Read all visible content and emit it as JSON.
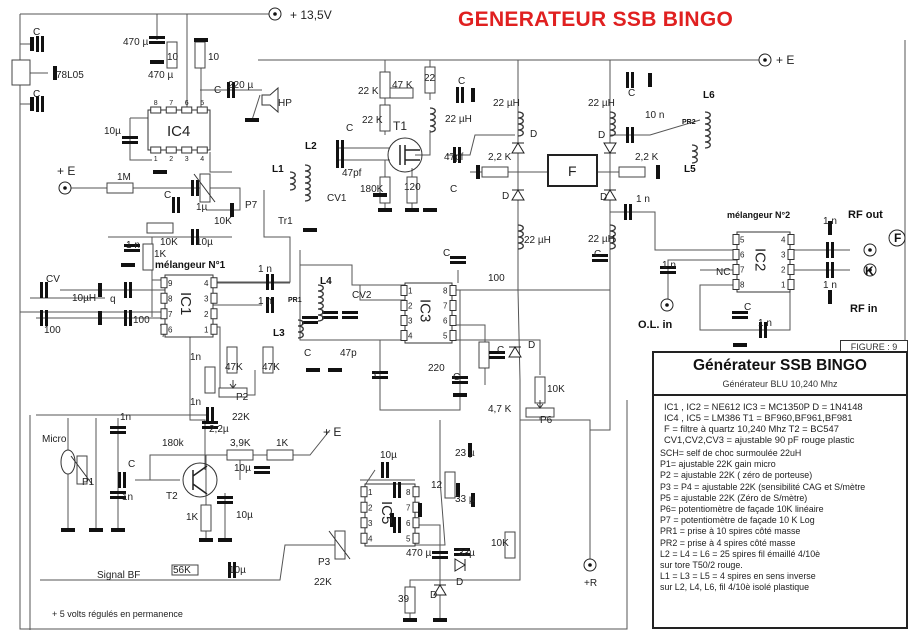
{
  "title": "GENERATEUR SSB  BINGO",
  "title_color": "#e02020",
  "supply": {
    "main": "+ 13,5V",
    "e_top": "+ E",
    "e_left": "+ E",
    "e_mid": "+ E",
    "r": "+R"
  },
  "ics": [
    {
      "name": "IC4",
      "pins_top": [
        "8",
        "7",
        "6",
        "5"
      ],
      "pins_bottom": [
        "1",
        "2",
        "3",
        "4"
      ]
    },
    {
      "name": "IC1",
      "pins_left": [
        "9",
        "8",
        "7",
        "6"
      ],
      "pins_right": [
        "4",
        "3",
        "2",
        "1"
      ]
    },
    {
      "name": "IC3",
      "pins_left": [
        "1",
        "2",
        "3",
        "4"
      ],
      "pins_right": [
        "8",
        "7",
        "6",
        "5"
      ]
    },
    {
      "name": "IC5",
      "pins_left": [
        "1",
        "2",
        "3",
        "4"
      ],
      "pins_right": [
        "8",
        "7",
        "6",
        "5"
      ]
    },
    {
      "name": "IC2",
      "pins_left": [
        "5",
        "6",
        "7",
        "8"
      ],
      "pins_right": [
        "4",
        "3",
        "2",
        "1"
      ]
    }
  ],
  "filter_label": "F",
  "transistors": [
    "T1",
    "T2"
  ],
  "connectors": {
    "rf_out": "RF out",
    "rf_in": "RF in",
    "ol_in": "O.L.  in",
    "f_mark": "F",
    "k_mark": "K"
  },
  "mixers": {
    "m1": "mélangeur N°1",
    "m2": "mélangeur N°2"
  },
  "labels": [
    "C",
    "C",
    "78L05",
    "470 µ",
    "10",
    "10",
    "470 µ",
    "C",
    "220 µ",
    "HP",
    "10µ",
    "1M",
    "C",
    "1µ",
    "P7",
    "10K",
    "10K",
    "10µ",
    "1 n",
    "1K",
    "1 n",
    "CV",
    "10µH",
    "q",
    "100",
    "100",
    "1 n",
    "L3",
    "PR1",
    "L4",
    "CV2",
    "47p",
    "C",
    "1n",
    "47K",
    "47K",
    "P2",
    "22K",
    "1n",
    "2,2µ",
    "Micro",
    "1n",
    "P1",
    "C",
    "1n",
    "180k",
    "3,9K",
    "1K",
    "10µ",
    "1K",
    "10µ",
    "Signal BF",
    "56K",
    "10µ",
    "P3",
    "22K",
    "+ 5 volts régulés  en permanence",
    "22 K",
    "47 K",
    "22 K",
    "22",
    "C",
    "22 µH",
    "C",
    "47pf",
    "47pf",
    "L2",
    "L1",
    "CV1",
    "Tr1",
    "180K",
    "120",
    "C",
    "22 µH",
    "D",
    "2,2 K",
    "D",
    "22 µH",
    "C",
    "100",
    "220",
    "C",
    "C",
    "C",
    "D",
    "10K",
    "4,7 K",
    "P6",
    "10µ",
    "23 µ",
    "12",
    "33 µ",
    "470 µ",
    "33µ",
    "10K",
    "D",
    "39",
    "D",
    "22 µH",
    "C",
    "10 n",
    "L6",
    "PR2",
    "L5",
    "D",
    "2,2 K",
    "D",
    "1 n",
    "22 µH",
    "C",
    "1 n",
    "1 n",
    "NC",
    "1 n",
    "C",
    "1 n"
  ],
  "legend": {
    "figure": "FIGURE : 9",
    "heading": "Générateur SSB BINGO",
    "subheading": "Générateur BLU 10,240 Mhz",
    "specs": [
      "IC1 , IC2 = NE612  IC3 = MC1350P    D = 1N4148",
      "IC4 , IC5 = LM386   T1 = BF960,BF961,BF981",
      "F = filtre à quartz 10,240 Mhz      T2 = BC547",
      "CV1,CV2,CV3 = ajustable 90 pF rouge plastic"
    ],
    "notes": [
      "SCH= self de choc surmoulée 22uH",
      "P1= ajustable 22K gain micro",
      "P2 = ajustable 22K ( zéro de porteuse)",
      "P3 =  P4 = ajustable 22K (sensibilité CAG et S/mètre",
      "P5 = ajustable 22K (Zéro de S/mètre)",
      "P6= potentiomètre de façade 10K linéaire",
      "P7 = potentiomètre de façade 10 K Log",
      "PR1 = prise à 10 spires côté masse",
      "PR2 = prise à 4 spires côté masse",
      "L2 = L4 = L6 = 25 spires fil émaillé 4/10è",
      "sur tore T50/2 rouge.",
      "L1 = L3 = L5 = 4 spires en sens inverse",
      "sur L2, L4, L6, fil 4/10è isolé plastique"
    ]
  }
}
